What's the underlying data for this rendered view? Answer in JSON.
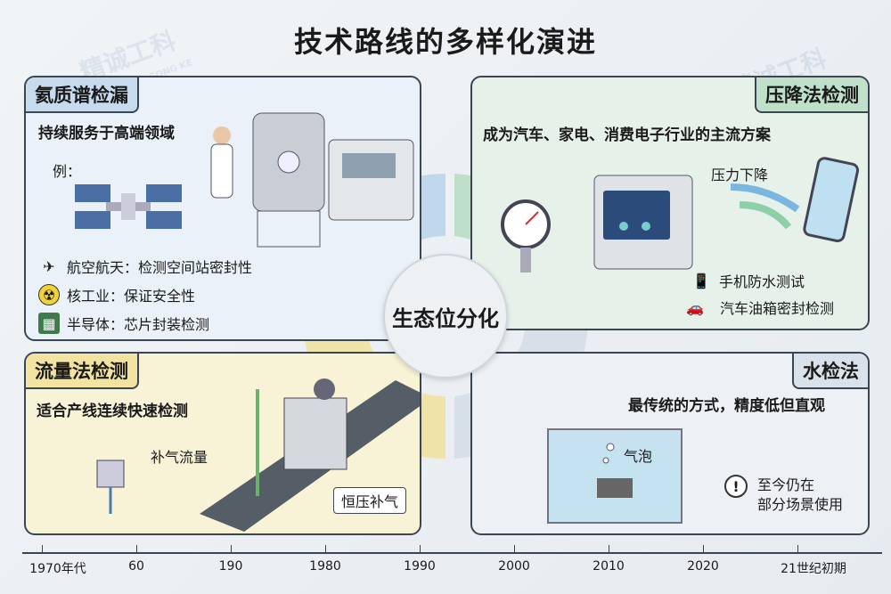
{
  "title": "技术路线的多样化演进",
  "center_label": "生态位分化",
  "watermark": {
    "cn": "精诚工科",
    "en": "JING CHENG GONG KE"
  },
  "panels": {
    "helium": {
      "tag": "氦质谱检漏",
      "subtitle": "持续服务于高端领域",
      "example": "例：",
      "items": [
        {
          "icon": "airplane-icon",
          "label": "航空航天：检测空间站密封性"
        },
        {
          "icon": "radiation-icon",
          "label": "核工业：保证安全性"
        },
        {
          "icon": "chip-icon",
          "label": "半导体：芯片封装检测"
        }
      ]
    },
    "pressure": {
      "tag": "压降法检测",
      "subtitle": "成为汽车、家电、消费电子行业的主流方案",
      "arrow_label": "压力下降",
      "items": [
        {
          "icon": "phone-icon",
          "label": "手机防水测试"
        },
        {
          "icon": "car-icon",
          "label": "汽车油箱密封检测"
        }
      ]
    },
    "flow": {
      "tag": "流量法检测",
      "subtitle": "适合产线连续快速检测",
      "supply_label": "补气流量",
      "constant_label": "恒压补气"
    },
    "water": {
      "tag": "水检法",
      "subtitle": "最传统的方式，精度低但直观",
      "bubble_label": "气泡",
      "note": "至今仍在\n部分场景使用",
      "note_line1": "至今仍在",
      "note_line2": "部分场景使用"
    }
  },
  "timeline": [
    "1970年代",
    "60",
    "190",
    "1980",
    "1990",
    "2000",
    "2010",
    "2020",
    "21世纪初期"
  ],
  "colors": {
    "helium": "#c8dbee",
    "pressure": "#bfe0c9",
    "flow": "#f3e3a1",
    "water": "#d9e1ea"
  }
}
